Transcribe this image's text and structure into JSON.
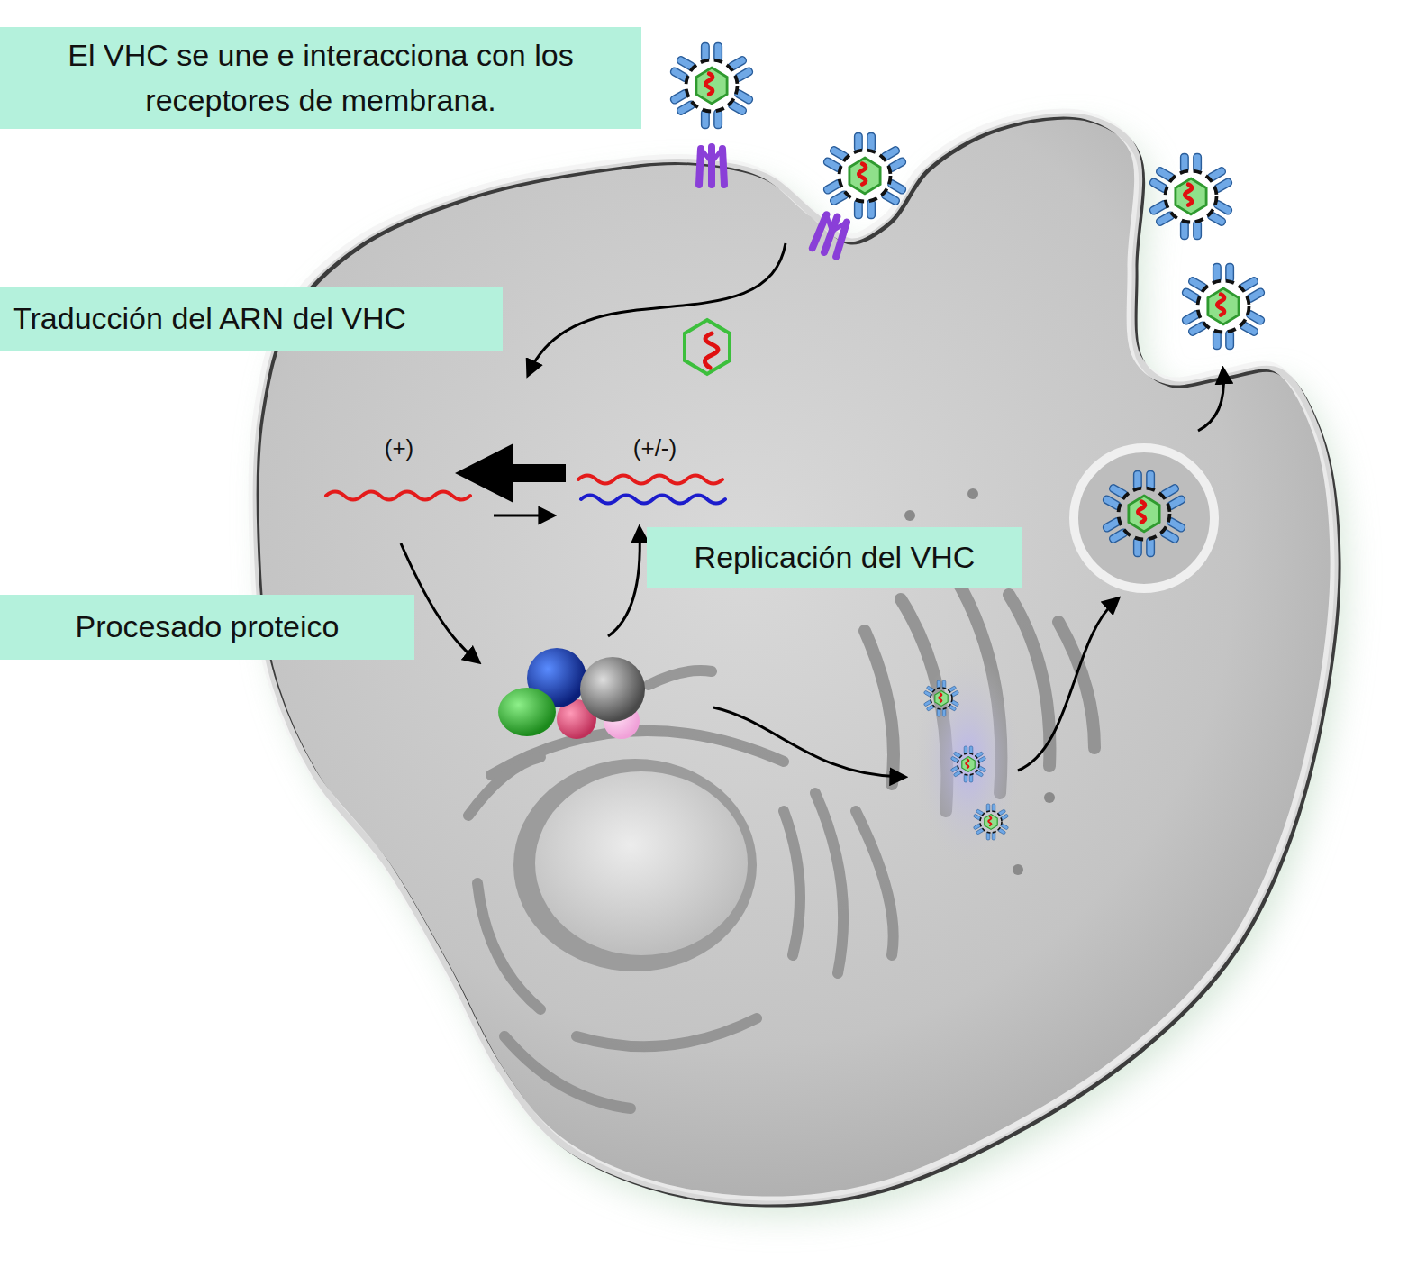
{
  "diagram": {
    "nodes": [
      {
        "text": [
          "El VHC se une e interacciona con los receptores de membrana."
        ]
      },
      {
        "text": [
          "Traducción del ARN del VHC"
        ]
      },
      {
        "text": [
          "Replicación del VHC"
        ]
      },
      {
        "text": [
          "Procesado proteico"
        ]
      }
    ],
    "labels": [
      "(+)",
      "(+/-)"
    ]
  }
}
